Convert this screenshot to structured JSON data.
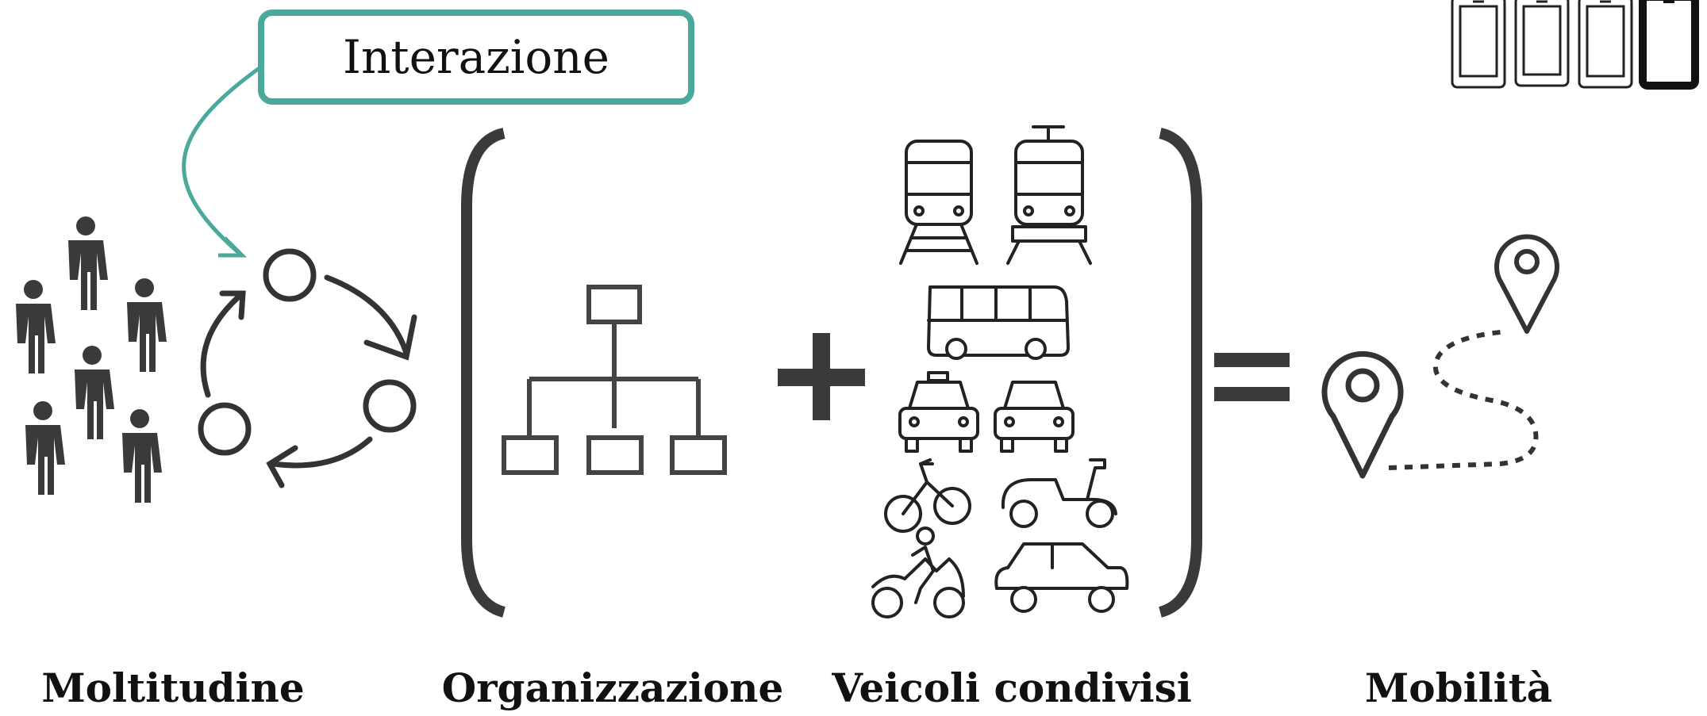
{
  "callout": {
    "label": "Interazione"
  },
  "captions": {
    "crowd": "Moltitudine",
    "organization": "Organizzazione",
    "vehicles": "Veicoli condivisi",
    "mobility": "Mobilità"
  },
  "colors": {
    "accent": "#4aa99a",
    "ink": "#333333",
    "text": "#111111"
  },
  "slide_indicator": {
    "total": 4,
    "active": 4
  },
  "icons": [
    "people-group-icon",
    "cycle-arrows-icon",
    "org-chart-icon",
    "plus-icon",
    "train-icon",
    "tram-icon",
    "bus-icon",
    "taxi-icon",
    "car-front-icon",
    "bicycle-icon",
    "scooter-icon",
    "motorcycle-icon",
    "car-side-icon",
    "equals-icon",
    "map-pin-icon",
    "route-icon"
  ]
}
